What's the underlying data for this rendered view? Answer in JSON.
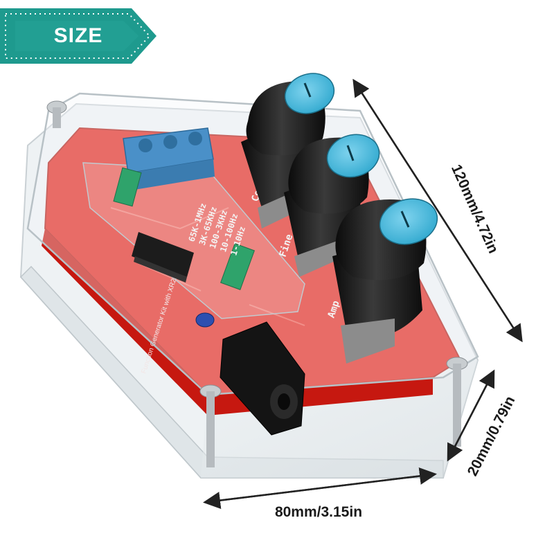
{
  "badge": {
    "label": "SIZE",
    "color": "#1e9a8e"
  },
  "dimensions": {
    "length": "120mm/4.72in",
    "height": "20mm/0.79in",
    "width": "80mm/3.15in"
  },
  "product": {
    "pcb_color": "#e2231a",
    "knob_cap_color": "#3fb6d8",
    "knob_labels": {
      "coarse": "Cos",
      "fine": "Fine",
      "amplitude": "Amp"
    },
    "range_labels": [
      "65K-1MHz",
      "3K-65KHz",
      "100-3KHz",
      "10-100Hz",
      "1-10Hz"
    ],
    "board_text": "Function Generator Kit with XR2206"
  }
}
